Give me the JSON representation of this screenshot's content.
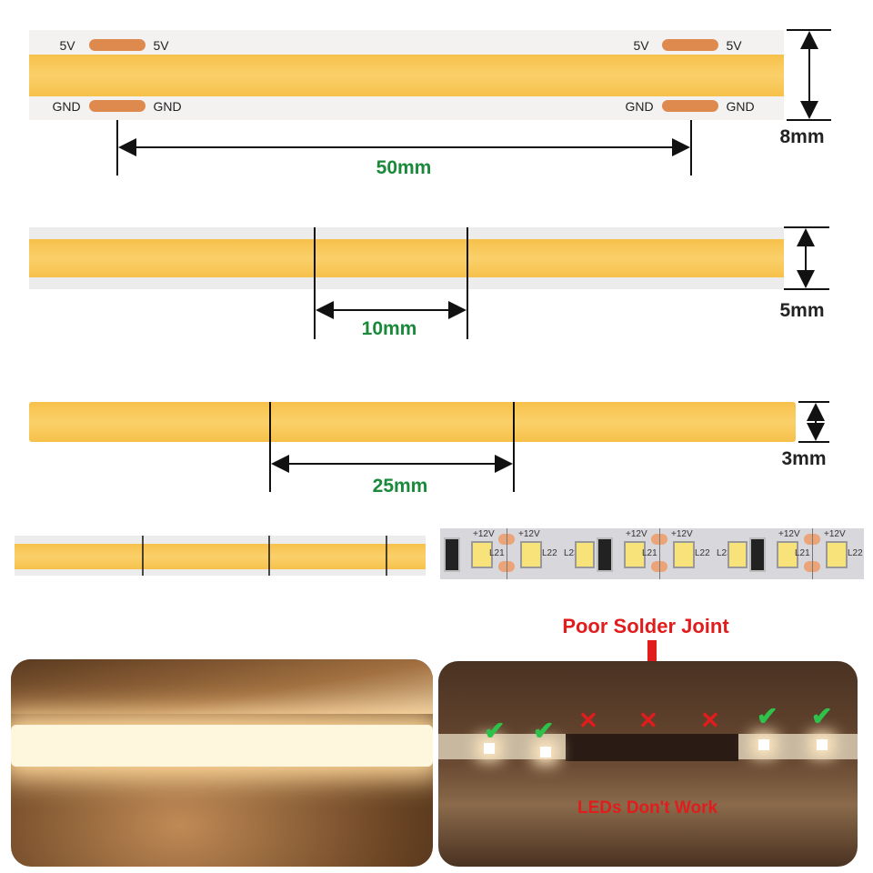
{
  "strip_8mm": {
    "pad_labels_top": [
      "5V",
      "5V",
      "5V",
      "5V"
    ],
    "pad_labels_bottom": [
      "GND",
      "GND",
      "GND",
      "GND"
    ],
    "cut_length": "50mm",
    "width": "8mm"
  },
  "strip_5mm": {
    "cut_length": "10mm",
    "width": "5mm"
  },
  "strip_3mm": {
    "cut_length": "25mm",
    "width": "3mm"
  },
  "pcb": {
    "voltage_label": "+12V",
    "led_labels": [
      "L21",
      "L22",
      "L23"
    ]
  },
  "callout": {
    "title": "Poor Solder Joint",
    "caption": "LEDs Don't Work"
  },
  "colors": {
    "strip": "#f8c850",
    "pad": "#de8a4e",
    "dimension_text": "#1a8a3a",
    "alert": "#e01c1c",
    "ok_check": "#2ec24a"
  }
}
